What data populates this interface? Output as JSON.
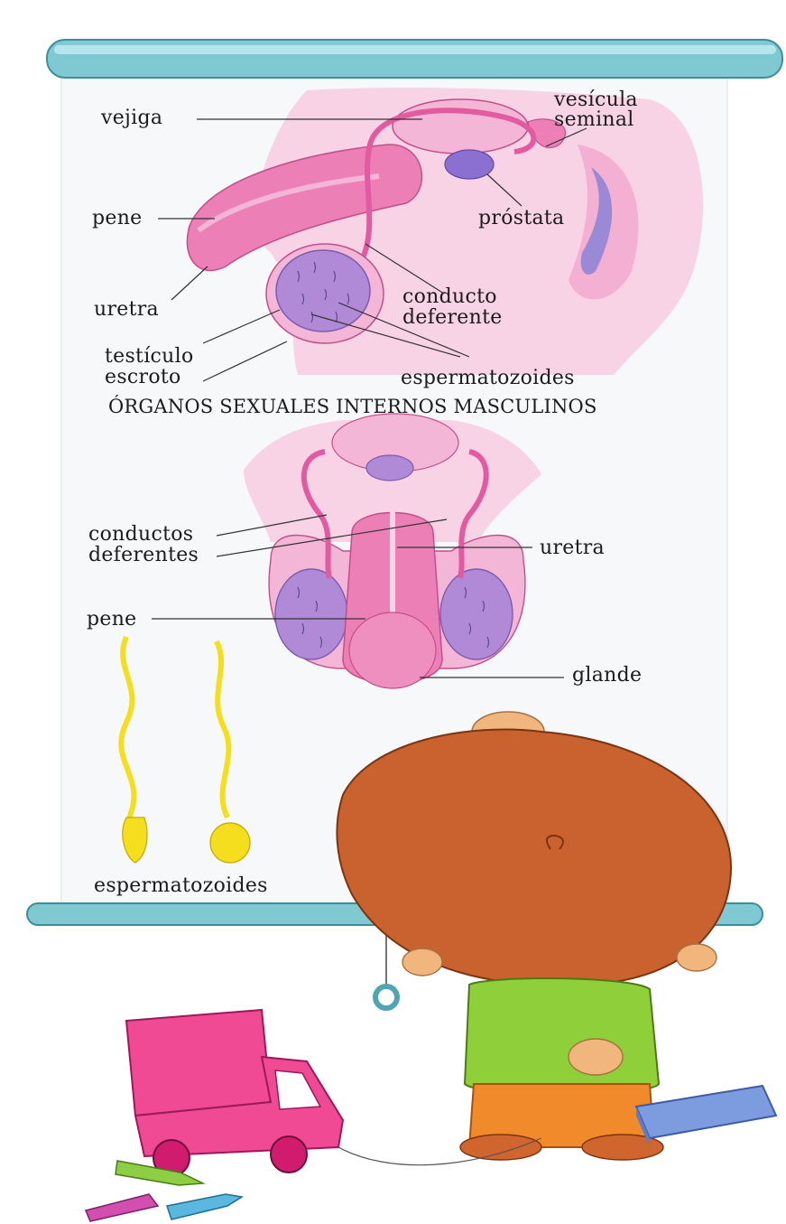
{
  "poster": {
    "title": "ÓRGANOS SEXUALES INTERNOS MASCULINOS",
    "side_view_labels": {
      "vejiga": "vejiga",
      "vesicula_1": "vesícula",
      "vesicula_2": "seminal",
      "pene": "pene",
      "prostata": "próstata",
      "uretra": "uretra",
      "conducto_1": "conducto",
      "conducto_2": "deferente",
      "testiculo": "testículo",
      "escroto": "escroto",
      "espermatozoides": "espermatozoides"
    },
    "front_view_labels": {
      "conductos_1": "conductos",
      "conductos_2": "deferentes",
      "uretra": "uretra",
      "pene": "pene",
      "glande": "glande"
    },
    "sperm_caption": "espermatozoides"
  },
  "colors": {
    "roller": "#7fc9d3",
    "roller_dark": "#4e9eab",
    "pink": "#ec7fb6",
    "pink_light": "#f4b6d6",
    "pink_bg": "#f8d3e6",
    "purple": "#b08ad6",
    "yellow": "#f5de1e",
    "hair": "#c9622f",
    "shirt": "#8fcf3a",
    "pants": "#f08a2a",
    "truck": "#f04a95",
    "book": "#7d9ce0"
  }
}
